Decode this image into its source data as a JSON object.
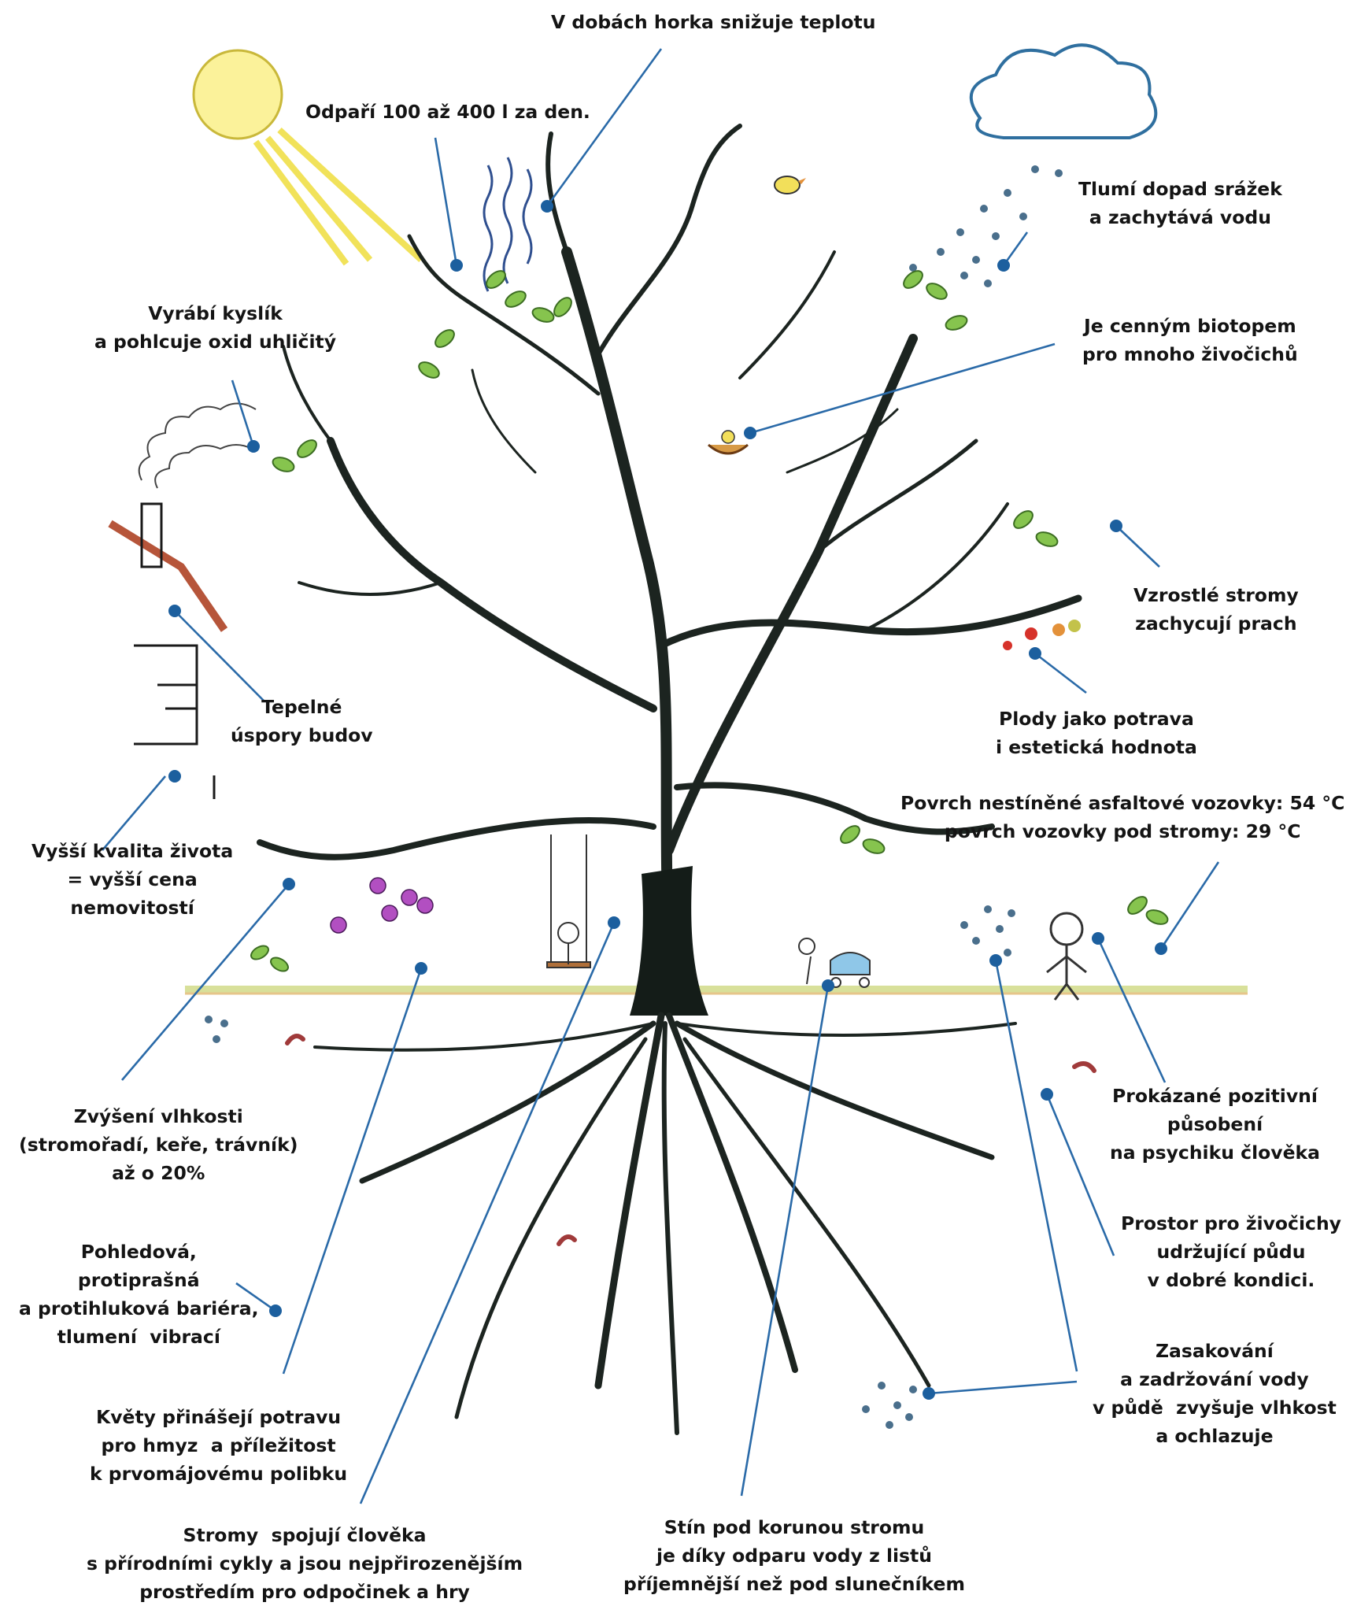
{
  "labels": {
    "heat_cooling": "V dobách horka snižuje teplotu",
    "evaporation": "Odpaří 100 až 400 l za den.",
    "rain": "Tlumí dopad srážek\na zachytává vodu",
    "oxygen": "Vyrábí kyslík\na pohlcuje oxid uhličitý",
    "biotope": "Je cenným biotopem\npro mnoho živočichů",
    "dust": "Vzrostlé stromy\nzachycují prach",
    "heat_savings": "Tepelné\núspory budov",
    "fruits": "Plody jako potrava\ni estetická hodnota",
    "asphalt": "Povrch nestíněné asfaltové vozovky: 54 °C\npovrch vozovky pod stromy: 29 °C",
    "quality": "Vyšší kvalita života\n= vyšší cena\nnemovitostí",
    "humidity": "Zvýšení vlhkosti\n(stromořadí, keře, trávník)\naž o 20%",
    "psyche": "Prokázané pozitivní\npůsobení\nna psychiku člověka",
    "soil": "Prostor pro živočichy\nudržující půdu\nv dobré kondici.",
    "barrier": "Pohledová,\nprotiprašná\na protihluková bariéra,\ntlumení  vibrací",
    "infiltration": "Zasakování\na zadržování vody\nv půdě  zvyšuje vlhkost\na ochlazuje",
    "flowers": "Květy přinášejí potravu\npro hmyz  a příležitost\nk prvomájovému polibku",
    "connect": "Stromy  spojují člověka\ns přírodními cykly a jsou nejpřirozenějším\nprostředím pro odpočinek a hry",
    "shade": "Stín pod korunou stromu\nje díky odparu vody z listů\npříjemnější než pod slunečníkem"
  },
  "icons": [
    "sun-icon",
    "cloud-icon",
    "rain-drops-icon",
    "house-icon",
    "bird-icon",
    "nest-icon",
    "leaf-icon",
    "swing-icon",
    "child-icon",
    "stroller-icon",
    "worm-icon",
    "flower-icon"
  ],
  "colors": {
    "accent": "#1c5f9e",
    "trunk": "#141c18",
    "leaf": "#7fc24a",
    "sun": "#f5e66a",
    "rain": "#4a6f8c",
    "grass": "#cfd98a"
  }
}
